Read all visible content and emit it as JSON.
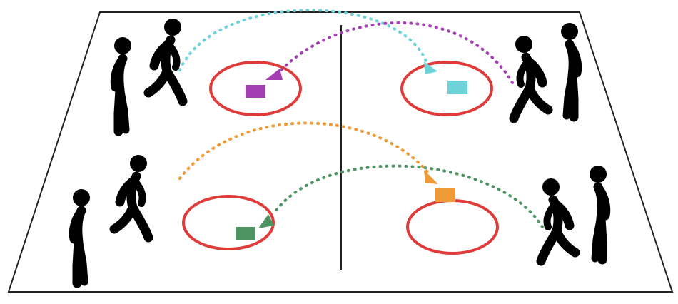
{
  "colors": {
    "field_border": "#222222",
    "zone": "#e03b3b",
    "purple": "#a43fb3",
    "cyan": "#6dd3d8",
    "orange": "#ef9a34",
    "green": "#4e9463",
    "figure": "#000000"
  },
  "players": [
    {
      "team": "left",
      "row": "top",
      "pose": "standing"
    },
    {
      "team": "left",
      "row": "top",
      "pose": "walking"
    },
    {
      "team": "left",
      "row": "bottom",
      "pose": "standing"
    },
    {
      "team": "left",
      "row": "bottom",
      "pose": "walking"
    },
    {
      "team": "right",
      "row": "top",
      "pose": "walking"
    },
    {
      "team": "right",
      "row": "top",
      "pose": "standing"
    },
    {
      "team": "right",
      "row": "bottom",
      "pose": "walking"
    },
    {
      "team": "right",
      "row": "bottom",
      "pose": "standing"
    }
  ],
  "zones": [
    {
      "side": "left",
      "row": "top",
      "marker_color": "purple"
    },
    {
      "side": "right",
      "row": "top",
      "marker_color": "cyan"
    },
    {
      "side": "left",
      "row": "bottom",
      "marker_color": "green"
    },
    {
      "side": "right",
      "row": "bottom",
      "marker_color": "orange"
    }
  ],
  "throws": [
    {
      "color": "purple",
      "from": "right-top",
      "to": "left-top-zone"
    },
    {
      "color": "cyan",
      "from": "left-top",
      "to": "right-top-zone"
    },
    {
      "color": "orange",
      "from": "left-bottom",
      "to": "right-bottom-zone"
    },
    {
      "color": "green",
      "from": "right-bottom",
      "to": "left-bottom-zone"
    }
  ]
}
